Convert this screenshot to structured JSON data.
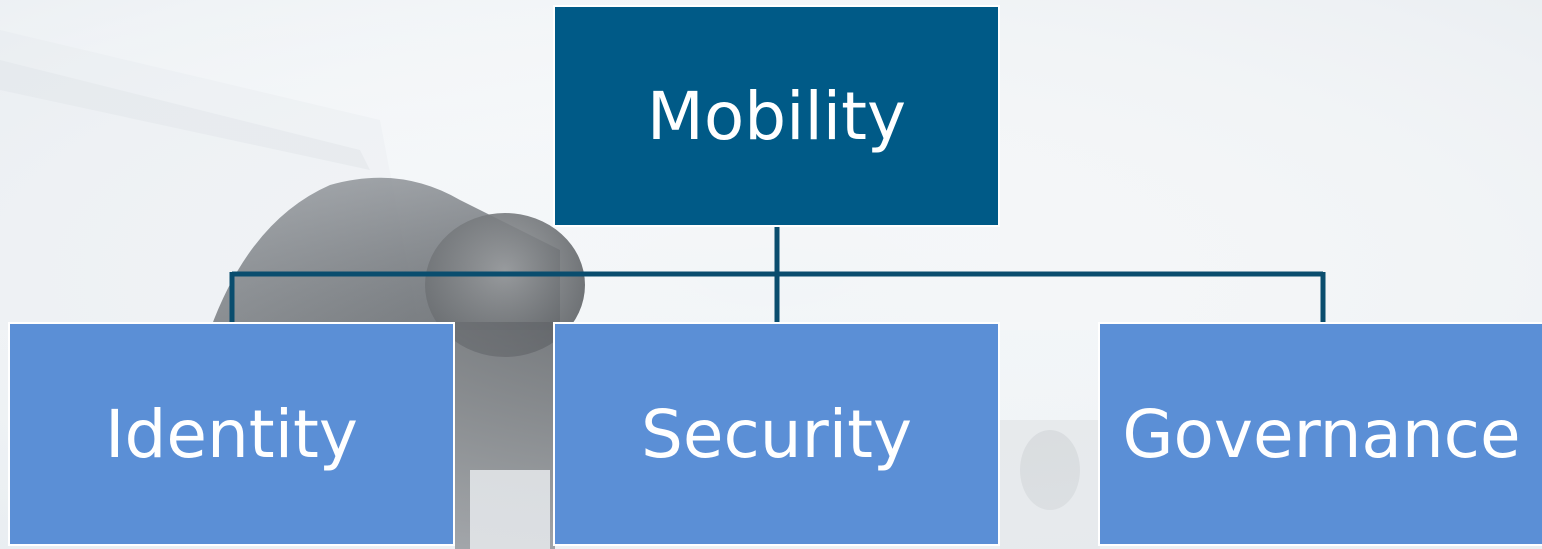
{
  "diagram": {
    "type": "hierarchy",
    "root": {
      "label": "Mobility"
    },
    "children": [
      {
        "label": "Identity"
      },
      {
        "label": "Security"
      },
      {
        "label": "Governance"
      }
    ]
  },
  "colors": {
    "root_fill": "#005a87",
    "child_fill": "#5b8fd6",
    "connector": "#0a4d6e",
    "text": "#ffffff"
  }
}
